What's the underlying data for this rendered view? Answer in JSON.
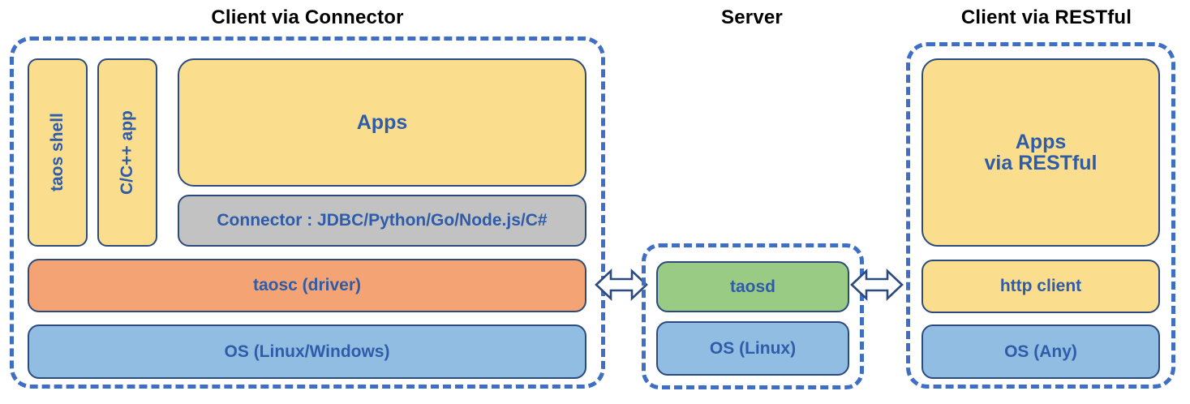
{
  "diagram": {
    "title_left": "Client via Connector",
    "title_center": "Server",
    "title_right": "Client via RESTful",
    "colors": {
      "dashed_border": "#3E6FC4",
      "node_border": "#2B4A7D",
      "text": "#2F5CA8",
      "title_text": "#000000",
      "yellow": "#FBDE8D",
      "gray": "#C2C2C2",
      "orange": "#F4A474",
      "blue": "#92BDE3",
      "green": "#9ACB84",
      "background": "#FFFFFF"
    }
  },
  "client_connector": {
    "taos_shell": "taos shell",
    "c_cpp_app": "C/C++ app",
    "apps": "Apps",
    "connector": "Connector : JDBC/Python/Go/Node.js/C#",
    "taosc": "taosc (driver)",
    "os": "OS (Linux/Windows)"
  },
  "server": {
    "taosd": "taosd",
    "os": "OS (Linux)"
  },
  "client_restful": {
    "apps_line1": "Apps",
    "apps_line2": "via RESTful",
    "http_client": "http client",
    "os": "OS (Any)"
  },
  "connectors": {
    "left_arrow": "double-headed-arrow",
    "right_arrow": "double-headed-arrow"
  }
}
